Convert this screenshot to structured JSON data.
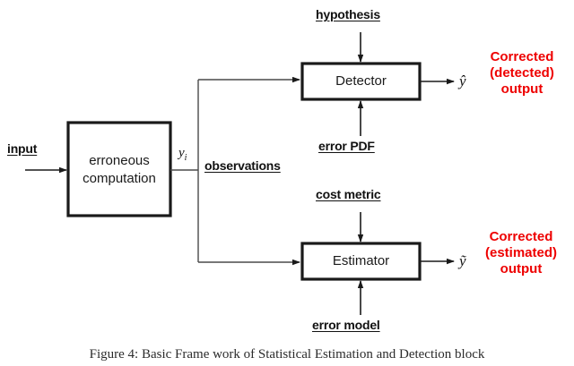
{
  "figure": {
    "caption": "Figure  4: Basic Frame work of Statistical Estimation and Detection block",
    "background_color": "#ffffff",
    "line_color": "#1a1a1a",
    "accent_color": "#ee0000"
  },
  "blocks": {
    "erroneous": {
      "line1": "erroneous",
      "line2": "computation"
    },
    "detector": {
      "label": "Detector"
    },
    "estimator": {
      "label": "Estimator"
    }
  },
  "signals": {
    "input": "input",
    "observations": "observations",
    "hypothesis": "hypothesis",
    "error_pdf": "error PDF",
    "cost_metric": "cost metric",
    "error_model": "error model"
  },
  "variables": {
    "y_i": "y",
    "y_i_sub": "i",
    "y_hat": "ŷ",
    "y_tilde": "ỹ"
  },
  "outputs": {
    "detected": {
      "line1": "Corrected",
      "line2": "(detected)",
      "line3": "output",
      "color": "#ee0000"
    },
    "estimated": {
      "line1": "Corrected",
      "line2": "(estimated)",
      "line3": "output",
      "color": "#ee0000"
    }
  }
}
